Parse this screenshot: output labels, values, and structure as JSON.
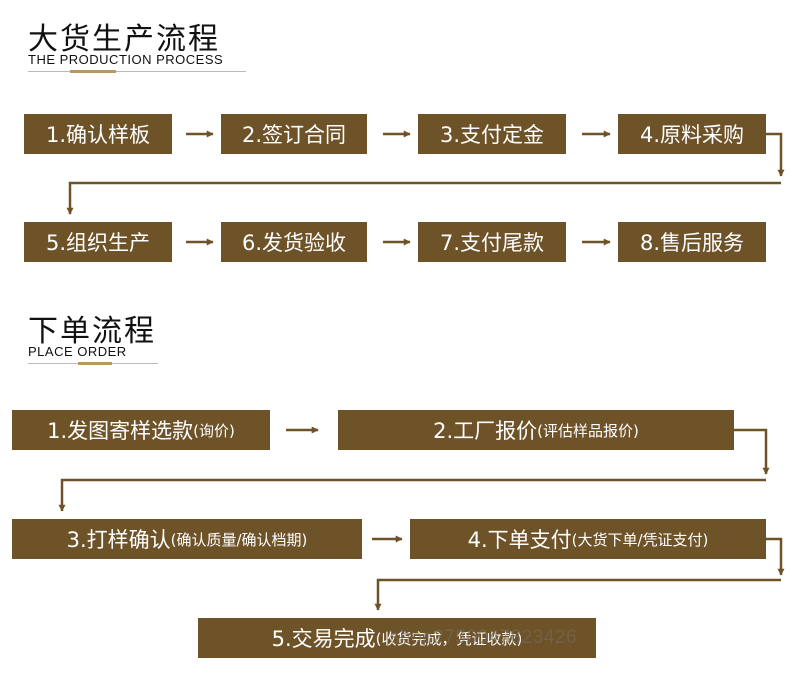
{
  "production": {
    "title": "大货生产流程",
    "subtitle": "THE PRODUCTION PROCESS",
    "steps": [
      {
        "label": "1.确认样板"
      },
      {
        "label": "2.签订合同"
      },
      {
        "label": "3.支付定金"
      },
      {
        "label": "4.原料采购"
      },
      {
        "label": "5.组织生产"
      },
      {
        "label": "6.发货验收"
      },
      {
        "label": "7.支付尾款"
      },
      {
        "label": "8.售后服务"
      }
    ]
  },
  "order": {
    "title": "下单流程",
    "subtitle": "PLACE ORDER",
    "steps": [
      {
        "label": "1.发图寄样选款",
        "note": "(询价)"
      },
      {
        "label": "2.工厂报价",
        "note": "(评估样品报价)"
      },
      {
        "label": "3.打样确认",
        "note": "(确认质量/确认档期)"
      },
      {
        "label": "4.下单支付",
        "note": "(大货下单/凭证支付)"
      },
      {
        "label": "5.交易完成",
        "note": "(收货完成，凭证收款)"
      }
    ]
  },
  "watermark": "shop2750047823426",
  "colors": {
    "box": "#6e5228",
    "text": "#ffffff",
    "accent": "#b89760",
    "arrow": "#6e5228"
  }
}
